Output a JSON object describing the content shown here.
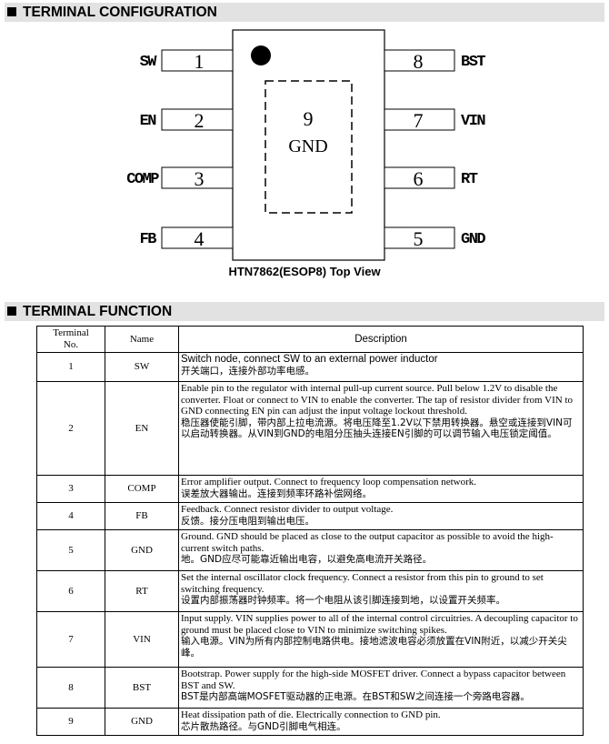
{
  "sections": {
    "configuration_title": "TERMINAL CONFIGURATION",
    "function_title": "TERMINAL FUNCTION"
  },
  "package": {
    "left_pins": [
      {
        "number": "1",
        "name": "SW"
      },
      {
        "number": "2",
        "name": "EN"
      },
      {
        "number": "3",
        "name": "COMP"
      },
      {
        "number": "4",
        "name": "FB"
      }
    ],
    "right_pins": [
      {
        "number": "8",
        "name": "BST"
      },
      {
        "number": "7",
        "name": "VIN"
      },
      {
        "number": "6",
        "name": "RT"
      },
      {
        "number": "5",
        "name": "GND"
      }
    ],
    "pad_number": "9",
    "pad_name": "GND",
    "caption": "HTN7862(ESOP8) Top View"
  },
  "table": {
    "headers": {
      "terminal_no_line1": "Terminal",
      "terminal_no_line2": "No.",
      "name": "Name",
      "description": "Description"
    },
    "rows": [
      {
        "no": "1",
        "name": "SW",
        "en": "Switch node, connect SW to an external power inductor",
        "cn": "开关端口，连接外部功率电感。"
      },
      {
        "no": "2",
        "name": "EN",
        "en": "Enable pin to the regulator with internal pull-up current source. Pull below 1.2V to disable the converter. Float or connect to VIN to enable the converter. The tap of resistor divider from VIN to GND connecting EN pin can adjust the input voltage lockout threshold.",
        "cn": "稳压器使能引脚，带内部上拉电流源。将电压降至1.2V以下禁用转换器。悬空或连接到VIN可以启动转换器。从VIN到GND的电阻分压抽头连接EN引脚的可以调节输入电压锁定阈值。"
      },
      {
        "no": "3",
        "name": "COMP",
        "en": "Error amplifier output. Connect to frequency loop compensation network.",
        "cn": "误差放大器输出。连接到频率环路补偿网络。"
      },
      {
        "no": "4",
        "name": "FB",
        "en": "Feedback. Connect resistor divider to output voltage.",
        "cn": "反馈。接分压电阻到输出电压。"
      },
      {
        "no": "5",
        "name": "GND",
        "en": "Ground. GND should be placed as close to the output capacitor as possible to avoid the high-current switch paths.",
        "cn": "地。GND应尽可能靠近输出电容，以避免高电流开关路径。"
      },
      {
        "no": "6",
        "name": "RT",
        "en": "Set the internal oscillator clock frequency. Connect a resistor from this pin to ground to set switching frequency.",
        "cn": "设置内部振荡器时钟频率。将一个电阻从该引脚连接到地，以设置开关频率。"
      },
      {
        "no": "7",
        "name": "VIN",
        "en": "Input supply. VIN supplies power to all of the internal control circuitries. A decoupling capacitor to ground must be placed close to VIN to minimize switching spikes.",
        "cn": "输入电源。VIN为所有内部控制电路供电。接地滤波电容必须放置在VIN附近，以减少开关尖峰。"
      },
      {
        "no": "8",
        "name": "BST",
        "en": "Bootstrap. Power supply for the high-side MOSFET driver. Connect a bypass capacitor between BST and SW.",
        "cn": "BST是内部高端MOSFET驱动器的正电源。在BST和SW之间连接一个旁路电容器。"
      },
      {
        "no": "9",
        "name": "GND",
        "en": "Heat dissipation path of die. Electrically connection to GND pin.",
        "cn": "芯片散热路径。与GND引脚电气相连。"
      }
    ]
  }
}
